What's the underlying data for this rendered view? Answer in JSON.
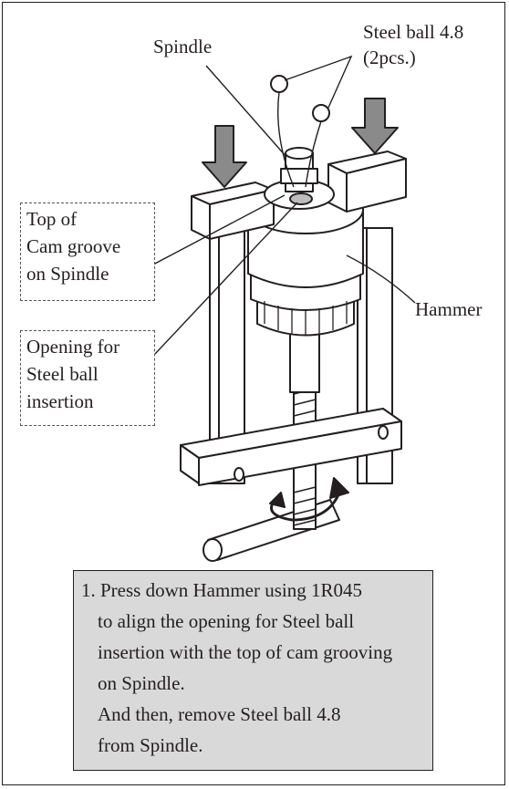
{
  "labels": {
    "spindle": "Spindle",
    "steel_ball_line1": "Steel ball 4.8",
    "steel_ball_line2": "(2pcs.)",
    "cam_groove_line1": "Top of",
    "cam_groove_line2": "Cam groove",
    "cam_groove_line3": "on Spindle",
    "hammer": "Hammer",
    "opening_line1": "Opening for",
    "opening_line2": "Steel ball",
    "opening_line3": "insertion"
  },
  "note": {
    "lines": [
      "1. Press down Hammer using 1R045",
      "to align the opening for  Steel ball",
      "insertion with the top of cam grooving",
      "on Spindle.",
      "And then, remove Steel ball 4.8",
      "from Spindle."
    ]
  },
  "colors": {
    "ink": "#231f20",
    "arrow_fill": "#8a8a8a",
    "note_bg": "#d9d9d9",
    "highlight": "#bdbdbd"
  }
}
